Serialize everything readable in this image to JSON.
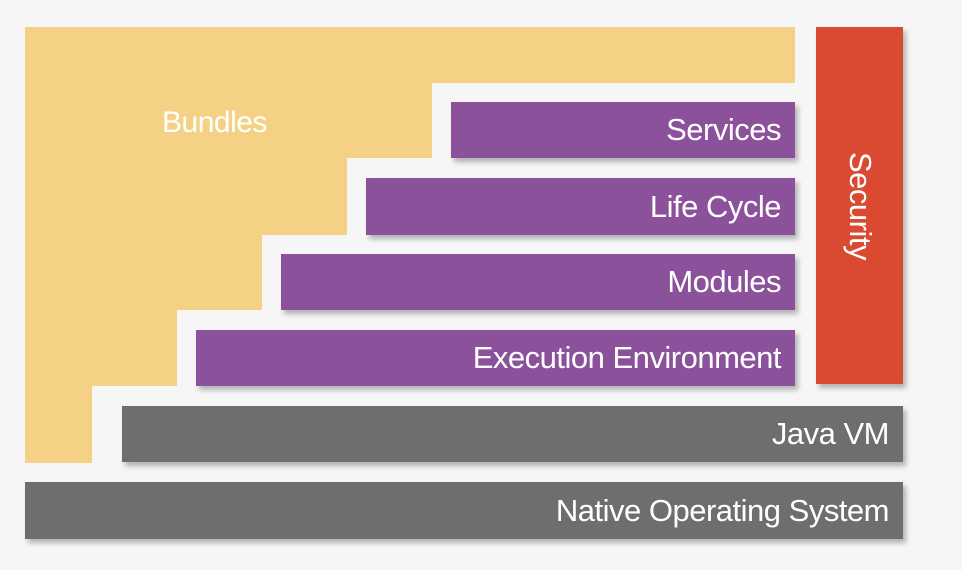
{
  "diagram": {
    "bundles": {
      "label": "Bundles",
      "color": "#f4d184"
    },
    "security": {
      "label": "Security",
      "color": "#da4a31"
    },
    "layers": {
      "services": "Services",
      "life_cycle": "Life Cycle",
      "modules": "Modules",
      "execution_environment": "Execution Environment",
      "java_vm": "Java VM",
      "native_os": "Native Operating System"
    },
    "colors": {
      "framework_layer": "#8b519b",
      "platform_layer": "#6e6e6e",
      "background": "#f6f6f6"
    }
  }
}
